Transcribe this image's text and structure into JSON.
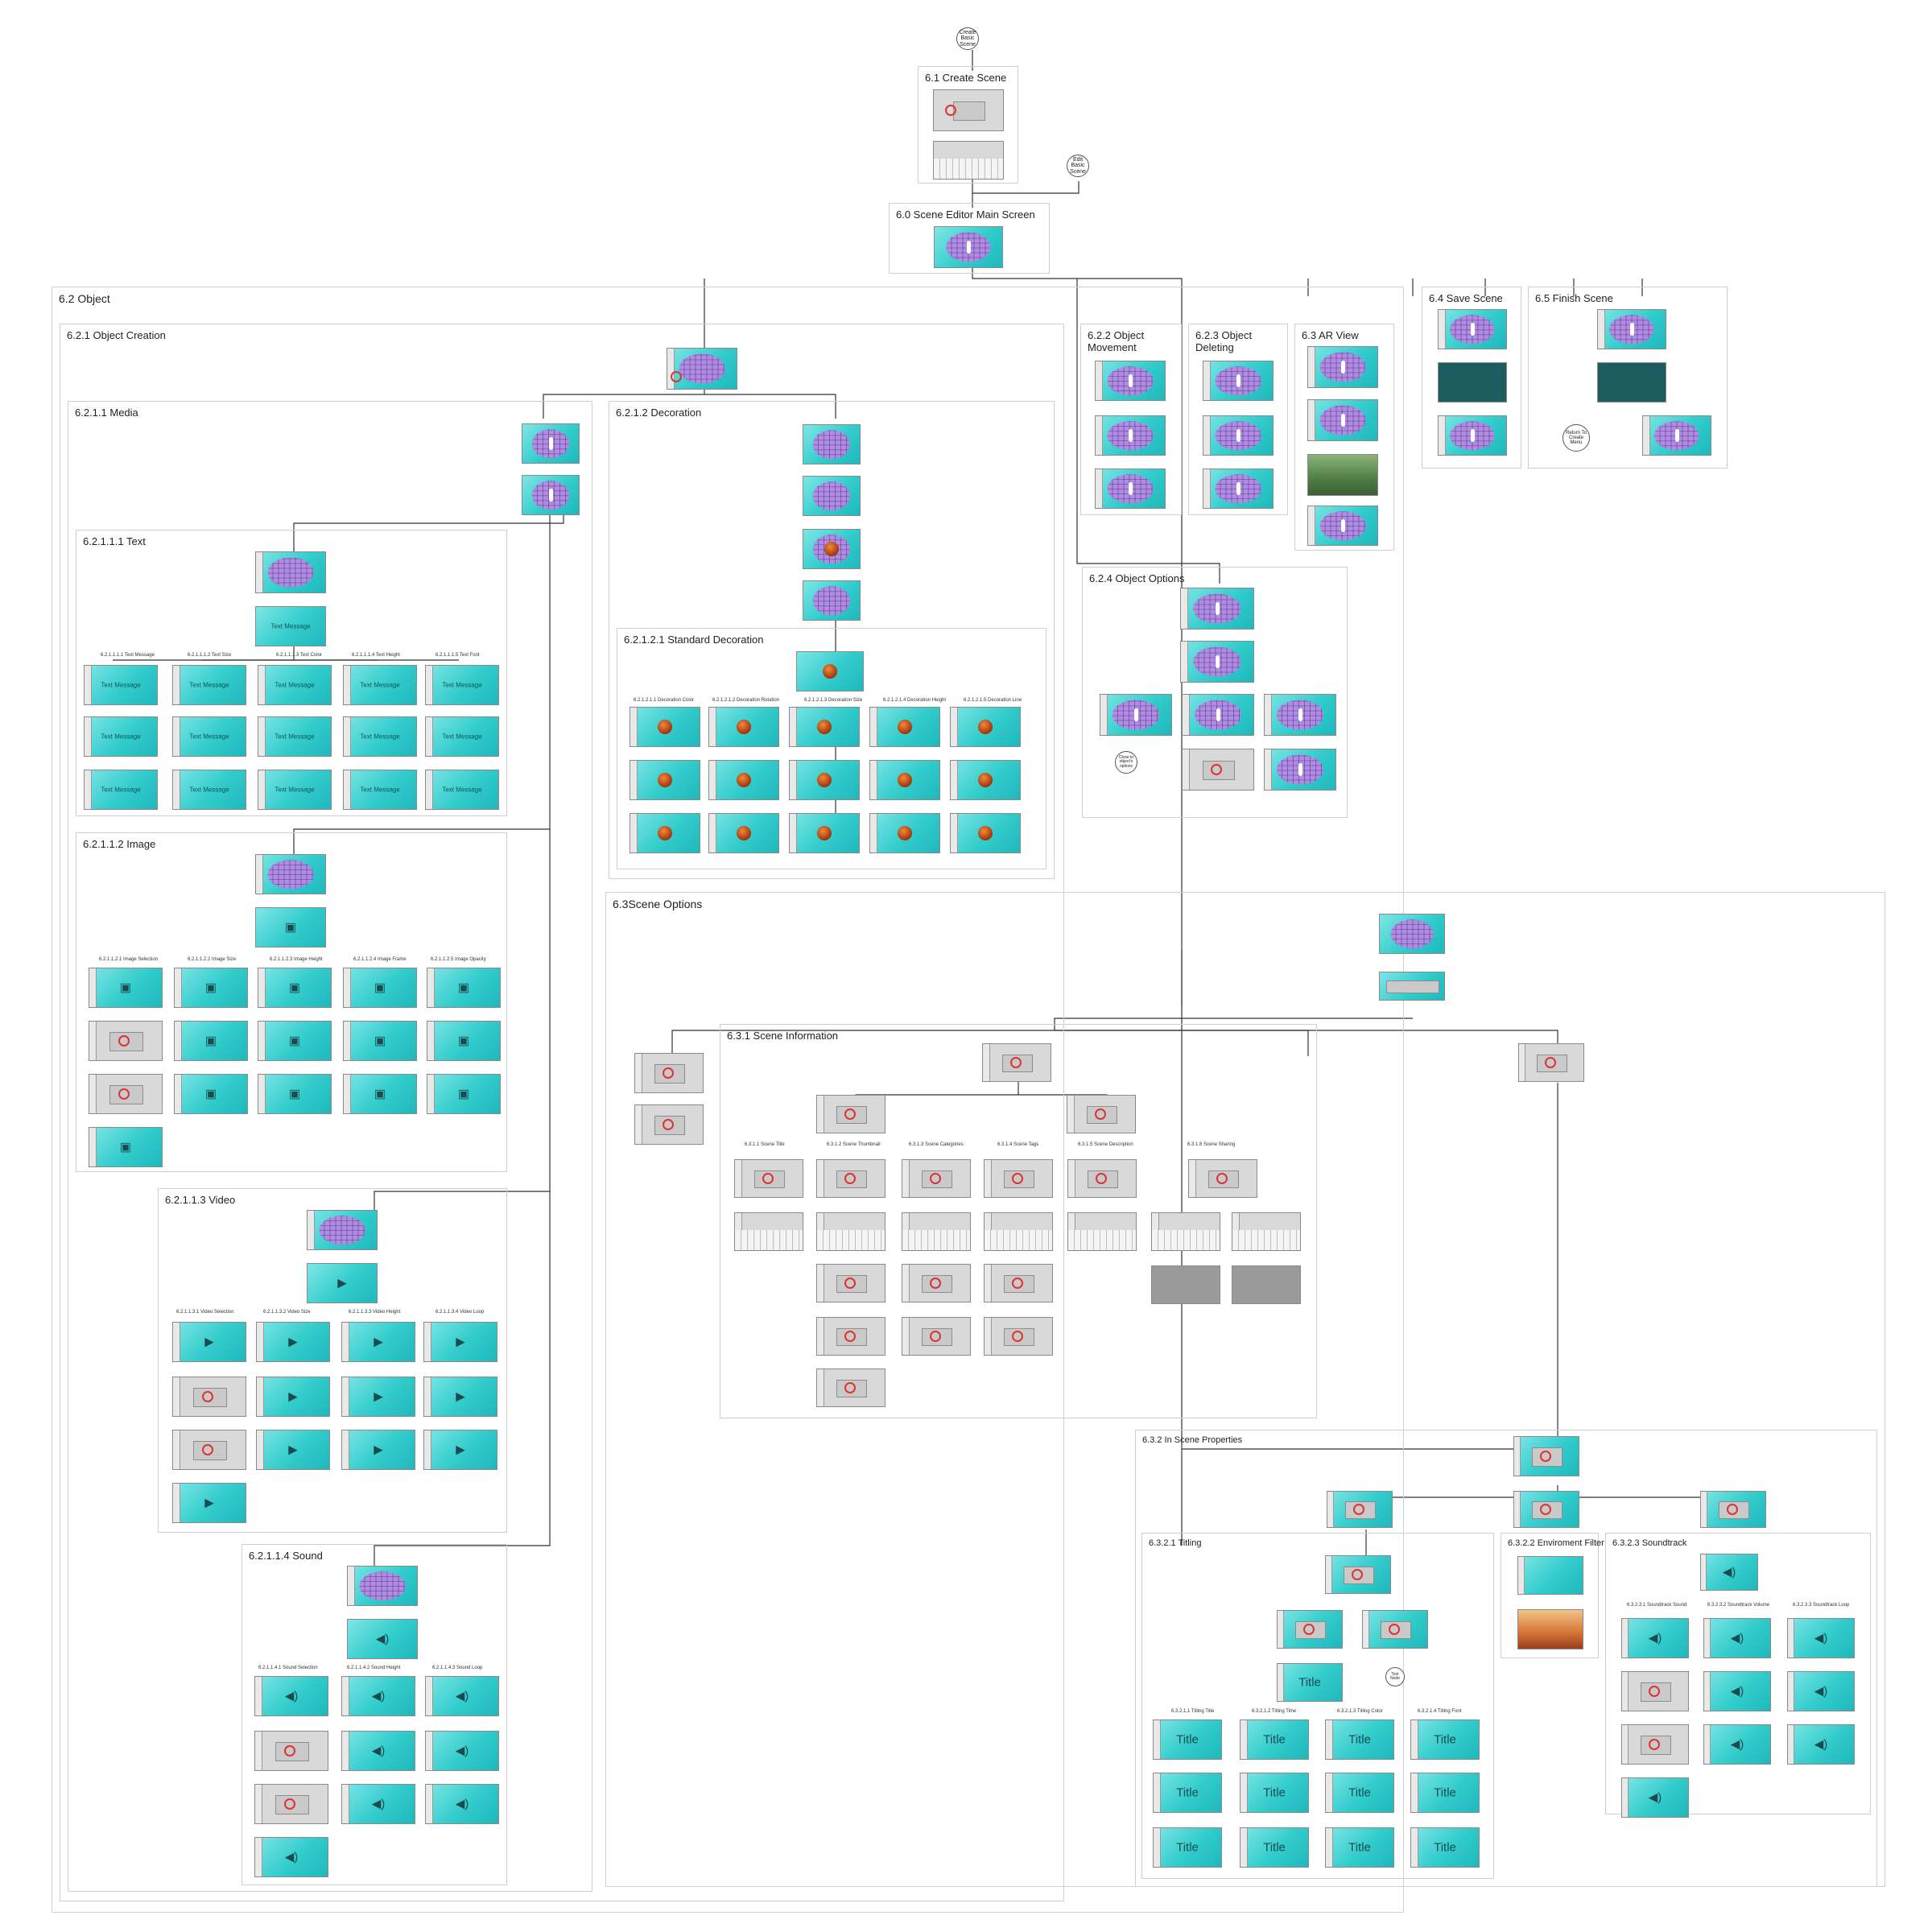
{
  "diagram": {
    "start_node": "Create Basic Scene",
    "edit_node": "Edit Basic Scene",
    "sections": {
      "create_scene": "6.1 Create Scene",
      "main_screen": "6.0 Scene Editor Main Screen",
      "object": "6.2 Object",
      "object_creation": "6.2.1 Object Creation",
      "media": "6.2.1.1 Media",
      "decoration": "6.2.1.2 Decoration",
      "standard_decoration": "6.2.1.2.1 Standard Decoration",
      "text": "6.2.1.1.1 Text",
      "image": "6.2.1.1.2 Image",
      "video": "6.2.1.1.3 Video",
      "sound": "6.2.1.1.4 Sound",
      "object_movement": "6.2.2 Object Movement",
      "object_deleting": "6.2.3 Object Deleting",
      "ar_view": "6.3 AR View",
      "object_options": "6.2.4 Object Options",
      "save_scene": "6.4 Save Scene",
      "finish_scene": "6.5 Finish Scene",
      "scene_options": "6.3Scene Options",
      "scene_information": "6.3.1 Scene Information",
      "in_scene_properties": "6.3.2 In Scene Properties",
      "titling": "6.3.2.1 Titling",
      "environment_filter": "6.3.2.2 Enviroment Filter",
      "soundtrack": "6.3.2.3 Soundtrack"
    },
    "finish_node": "Return To Create Menu",
    "close_options_node": "Close to object's options",
    "text_sub": [
      "6.2.1.1.1.1 Text Message",
      "6.2.1.1.1.2 Text Size",
      "6.2.1.1.1.3 Text Color",
      "6.2.1.1.1.4 Text Height",
      "6.2.1.1.1.5 Text Font"
    ],
    "text_message": "Text Message",
    "deco_sub": [
      "6.2.1.2.1.1 Decoration Color",
      "6.2.1.2.1.2 Decoration Rotation",
      "6.2.1.2.1.3 Decoration Size",
      "6.2.1.2.1.4 Decoration Height",
      "6.2.1.2.1.5 Decoration Line"
    ],
    "image_sub": [
      "6.2.1.1.2.1 Image Selection",
      "6.2.1.1.2.2 Image Size",
      "6.2.1.1.2.3 Image Height",
      "6.2.1.1.2.4 Image Frame",
      "6.2.1.1.2.5 Image Opacity"
    ],
    "video_sub": [
      "6.2.1.1.3.1 Video Selection",
      "6.2.1.1.3.2 Video Size",
      "6.2.1.1.3.3 Video Height",
      "6.2.1.1.3.4 Video Loop"
    ],
    "sound_sub": [
      "6.2.1.1.4.1 Sound Selection",
      "6.2.1.1.4.2 Sound Height",
      "6.2.1.1.4.3 Sound Loop"
    ],
    "info_sub": [
      "6.3.1.1 Scene Title",
      "6.3.1.2 Scene Thumbnail",
      "6.3.1.3 Scene Categories",
      "6.3.1.4 Scene Tags",
      "6.3.1.5 Scene Description",
      "6.3.1.6 Scene Sharing"
    ],
    "titling_sub": [
      "6.3.2.1.1 Titling Title",
      "6.3.2.1.2 Titling Time",
      "6.3.2.1.3 Titling Color",
      "6.3.2.1.4 Titling Font"
    ],
    "title_text": "Title",
    "soundtrack_sub": [
      "6.3.2.3.1 Soundtrack Sound",
      "6.3.2.3.2 Soundtrack Volume",
      "6.3.2.3.3 Soundtrack Loop"
    ],
    "text_node": "Text Node"
  },
  "colors": {
    "screen": "#33cccc",
    "grid": "#a070d6",
    "accent_ring": "#d33333",
    "line": "#333333",
    "frame": "#cfcfcf"
  }
}
